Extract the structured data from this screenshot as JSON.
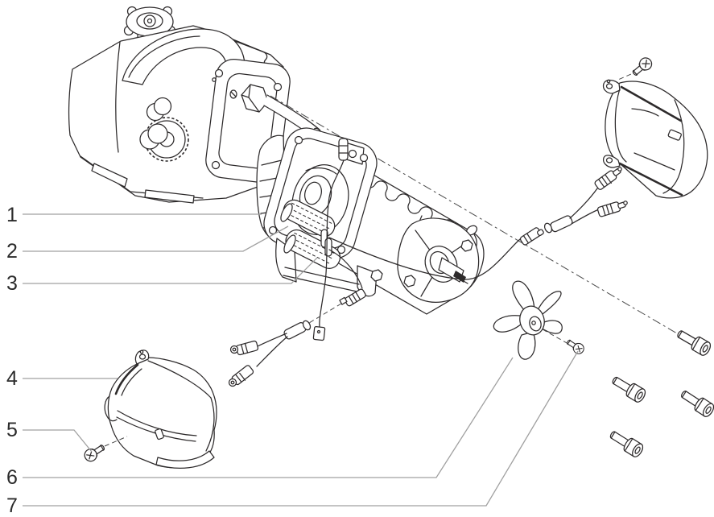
{
  "figure": {
    "background": "#ffffff",
    "line_color": "#2d2a2b",
    "leader_line_color": "#a0a0a0",
    "centerline_color": "#4a4a4a",
    "callout_color": "#2b2b2b"
  },
  "callouts": [
    {
      "label": "1"
    },
    {
      "label": "2"
    },
    {
      "label": "3"
    },
    {
      "label": "4"
    },
    {
      "label": "5"
    },
    {
      "label": "6"
    },
    {
      "label": "7"
    }
  ]
}
